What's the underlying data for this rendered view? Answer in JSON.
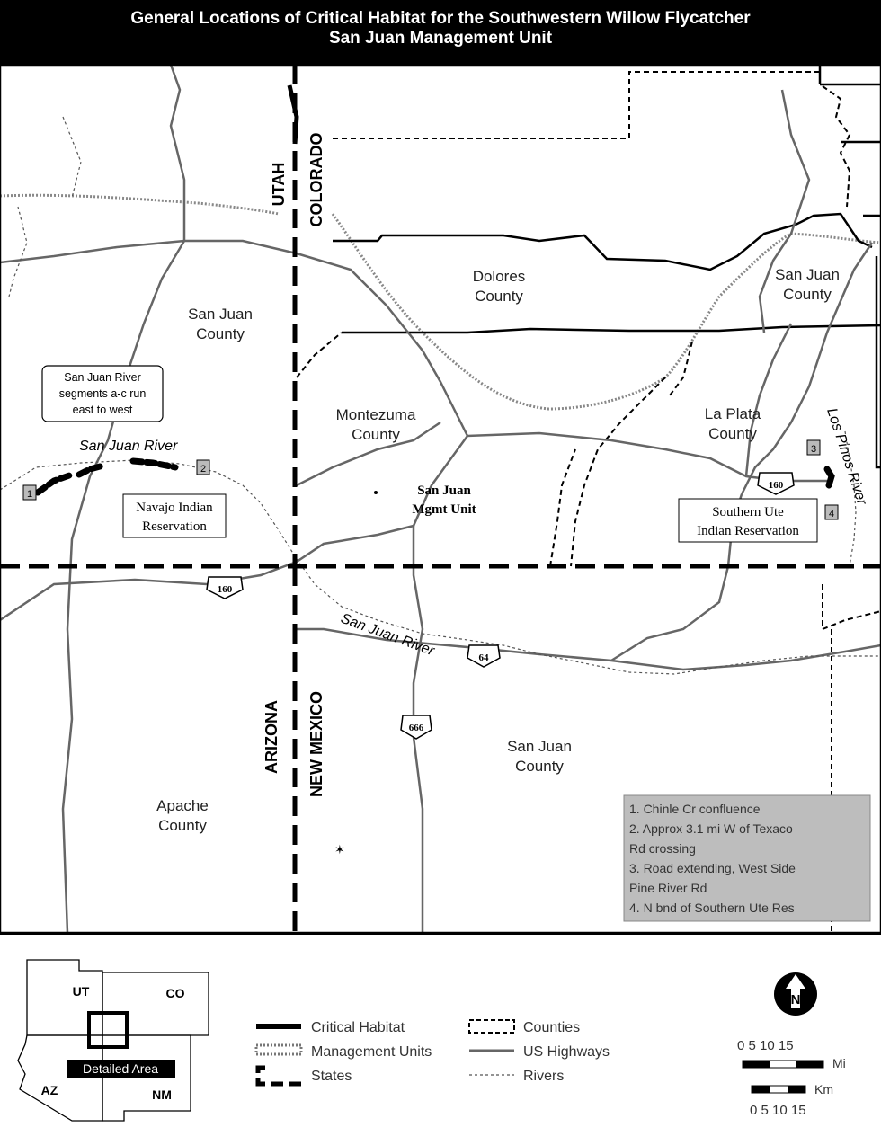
{
  "title": {
    "line1": "General Locations of Critical Habitat for the Southwestern Willow Flycatcher",
    "line2": "San Juan Management Unit"
  },
  "map": {
    "state_labels": [
      "UTAH",
      "COLORADO",
      "ARIZONA",
      "NEW MEXICO"
    ],
    "counties": {
      "san_juan_ut": [
        "San Juan",
        "County"
      ],
      "dolores": [
        "Dolores",
        "County"
      ],
      "san_juan_co": [
        "San Juan",
        "County"
      ],
      "montezuma": [
        "Montezuma",
        "County"
      ],
      "la_plata": [
        "La Plata",
        "County"
      ],
      "san_juan_nm": [
        "San Juan",
        "County"
      ],
      "apache": [
        "Apache",
        "County"
      ]
    },
    "rivers": {
      "san_juan_upper": "San Juan River",
      "san_juan_lower": "San Juan River",
      "los_pinos": "Los Pinos River"
    },
    "note_box": [
      "San Juan River",
      "segments a-c run",
      "east to west"
    ],
    "reservations": {
      "navajo": [
        "Navajo Indian",
        "Reservation"
      ],
      "southern_ute": [
        "Southern Ute",
        "Indian Reservation"
      ]
    },
    "management_unit": [
      "San Juan",
      "Mgmt Unit"
    ],
    "highways": [
      "160",
      "160",
      "64",
      "666"
    ],
    "segment_markers": [
      "2",
      "1",
      "3",
      "4"
    ],
    "segment_list": [
      "1.  Chinle Cr confluence",
      "2.  Approx 3.1 mi W of Texaco",
      "     Rd crossing",
      "3.  Road extending, West Side",
      "     Pine River Rd",
      "4.  N bnd of Southern Ute Res"
    ]
  },
  "inset": {
    "labels": [
      "UT",
      "CO",
      "AZ",
      "NM"
    ],
    "detailed_area": "Detailed Area"
  },
  "legend": {
    "items": [
      {
        "key": "critical_habitat",
        "label": "Critical Habitat"
      },
      {
        "key": "management_units",
        "label": "Management Units"
      },
      {
        "key": "states",
        "label": "States"
      },
      {
        "key": "counties",
        "label": "Counties"
      },
      {
        "key": "us_highways",
        "label": "US Highways"
      },
      {
        "key": "rivers",
        "label": "Rivers"
      }
    ]
  },
  "scale": {
    "mi_ticks": "0  5  10 15",
    "mi_unit": "Mi",
    "km_unit": "Km",
    "km_ticks": "0  5 10 15"
  },
  "north_arrow": "N"
}
